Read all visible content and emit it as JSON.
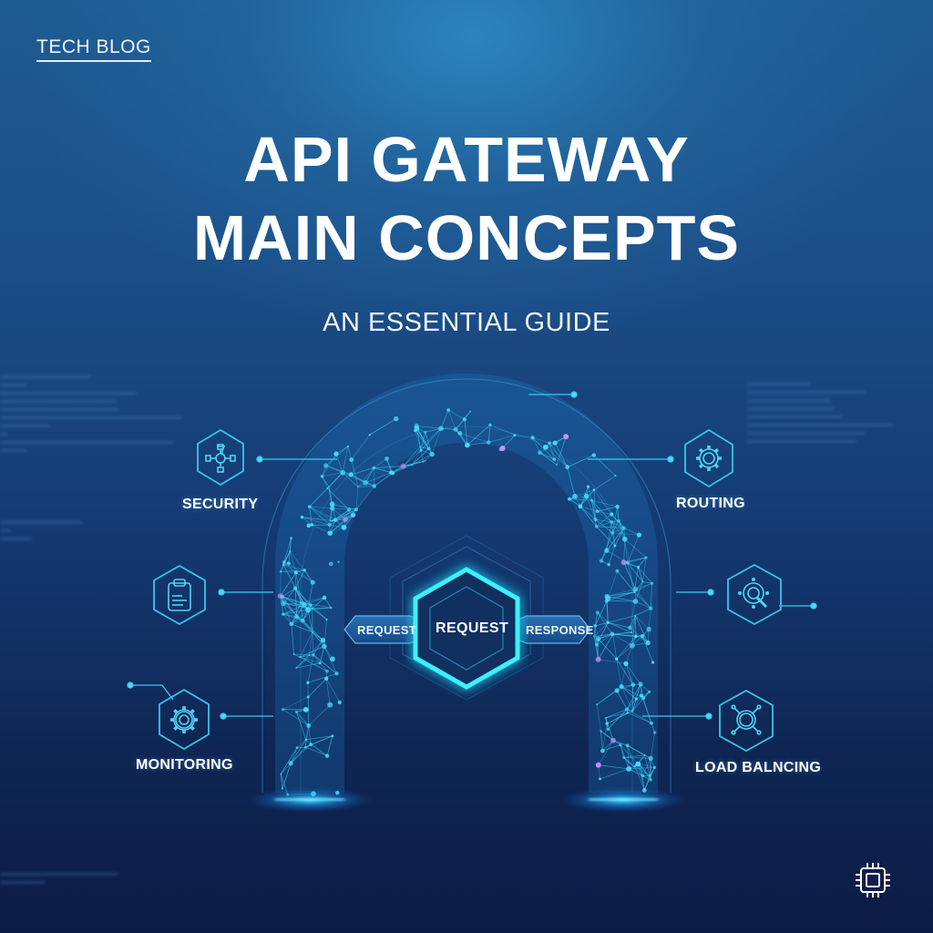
{
  "header": {
    "blog_tag": "TECH BLOG",
    "title_line1": "API GATEWAY",
    "title_line2": "MAIN CONCEPTS",
    "subtitle": "AN ESSENTIAL GUIDE"
  },
  "concepts": {
    "left": [
      {
        "label": "SECURITY",
        "icon": "network-hub-icon"
      },
      {
        "label": "",
        "icon": "clipboard-icon"
      },
      {
        "label": "MONITORING",
        "icon": "gear-icon"
      }
    ],
    "right": [
      {
        "label": "ROUTING",
        "icon": "gear-icon"
      },
      {
        "label": "",
        "icon": "magnifier-target-icon"
      },
      {
        "label": "LOAD BALNCING",
        "icon": "load-balancer-icon"
      }
    ]
  },
  "gateway": {
    "left_pill": "REQUEST",
    "center": "REQUEST",
    "right_pill": "RESPONSE"
  },
  "footer": {
    "icon": "cpu-chip-icon"
  },
  "colors": {
    "background_top": "#2a7fb5",
    "background_bottom": "#0c1b45",
    "accent_cyan": "#29d3f5",
    "accent_purple": "#c27bff",
    "text": "#ffffff"
  }
}
